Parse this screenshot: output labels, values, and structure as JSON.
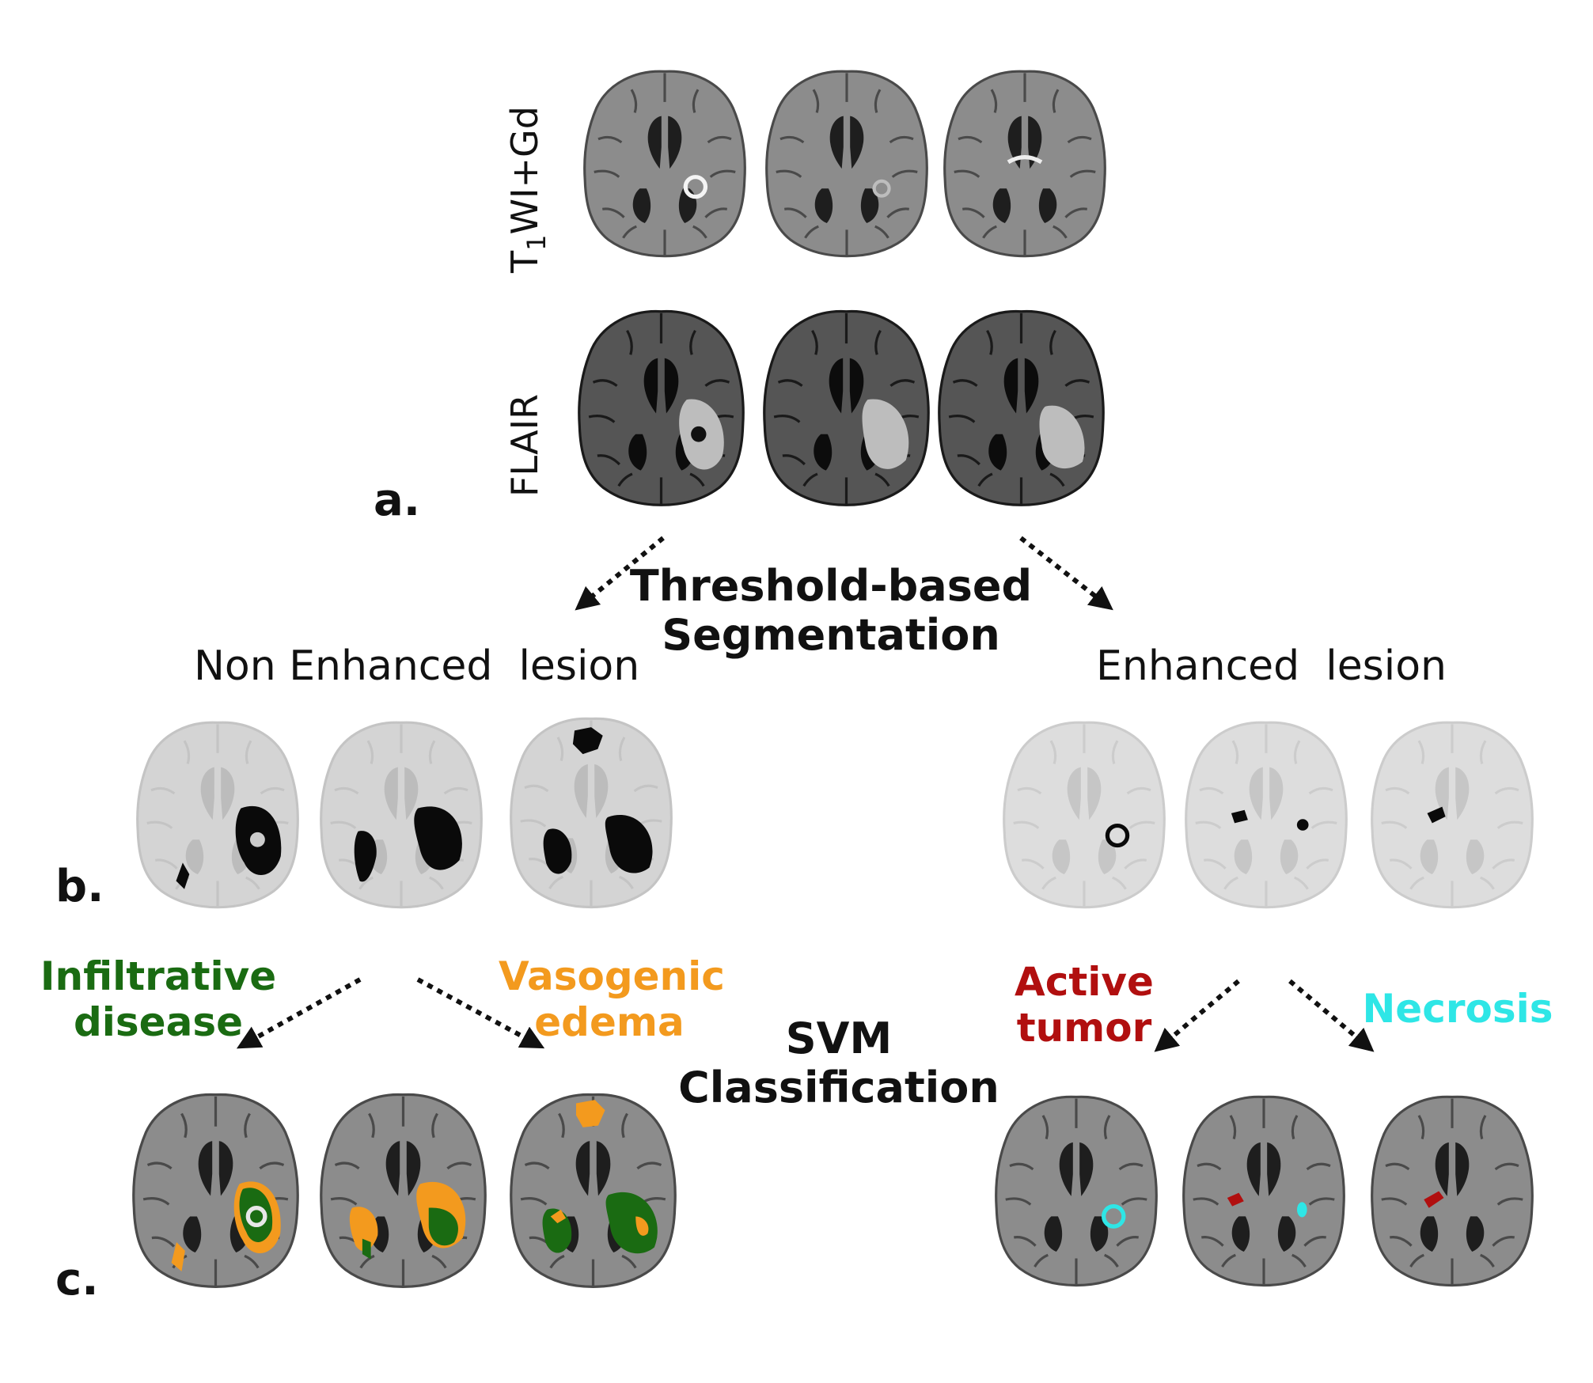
{
  "panel_a": {
    "letter": "a.",
    "row_labels": {
      "t1_base": "T",
      "t1_sub": "1",
      "t1_rest": "WI+Gd",
      "flair": "FLAIR"
    }
  },
  "panel_b": {
    "letter": "b.",
    "left_title": "Non Enhanced  lesion",
    "right_title": "Enhanced  lesion"
  },
  "panel_c": {
    "letter": "c."
  },
  "step1": {
    "line1": "Threshold-based",
    "line2": "Segmentation"
  },
  "step2": {
    "line1": "SVM",
    "line2": "Classification"
  },
  "classes": {
    "infiltrative": {
      "line1": "Infiltrative",
      "line2": "disease",
      "color": "#1a6b12"
    },
    "vasogenic": {
      "line1": "Vasogenic",
      "line2": "edema",
      "color": "#f39a1e"
    },
    "active": {
      "line1": "Active",
      "line2": "tumor",
      "color": "#b10f0f"
    },
    "necrosis": {
      "line1": "Necrosis",
      "color": "#2ee6e6"
    }
  },
  "colors": {
    "t1_tissue": "#8c8c8c",
    "flair_tissue": "#555555",
    "mask_bg": "#d4d4d4",
    "mask_bg_light": "#dddddd",
    "lesion_mask": "#0a0a0a",
    "enhancing_ring": "#f4f4f4"
  }
}
